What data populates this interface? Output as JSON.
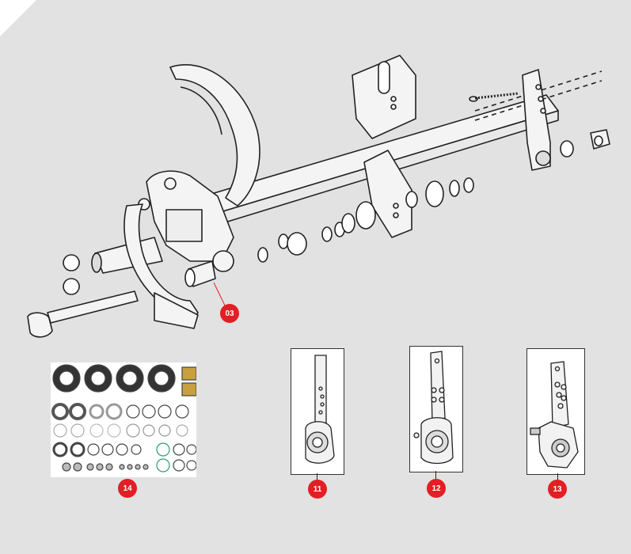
{
  "callouts": {
    "c03": "03",
    "c14": "14",
    "c11": "11",
    "c12": "12",
    "c13": "13"
  },
  "colors": {
    "background": "#e2e2e2",
    "callout": "#e31e24",
    "line_art": "#222222"
  }
}
